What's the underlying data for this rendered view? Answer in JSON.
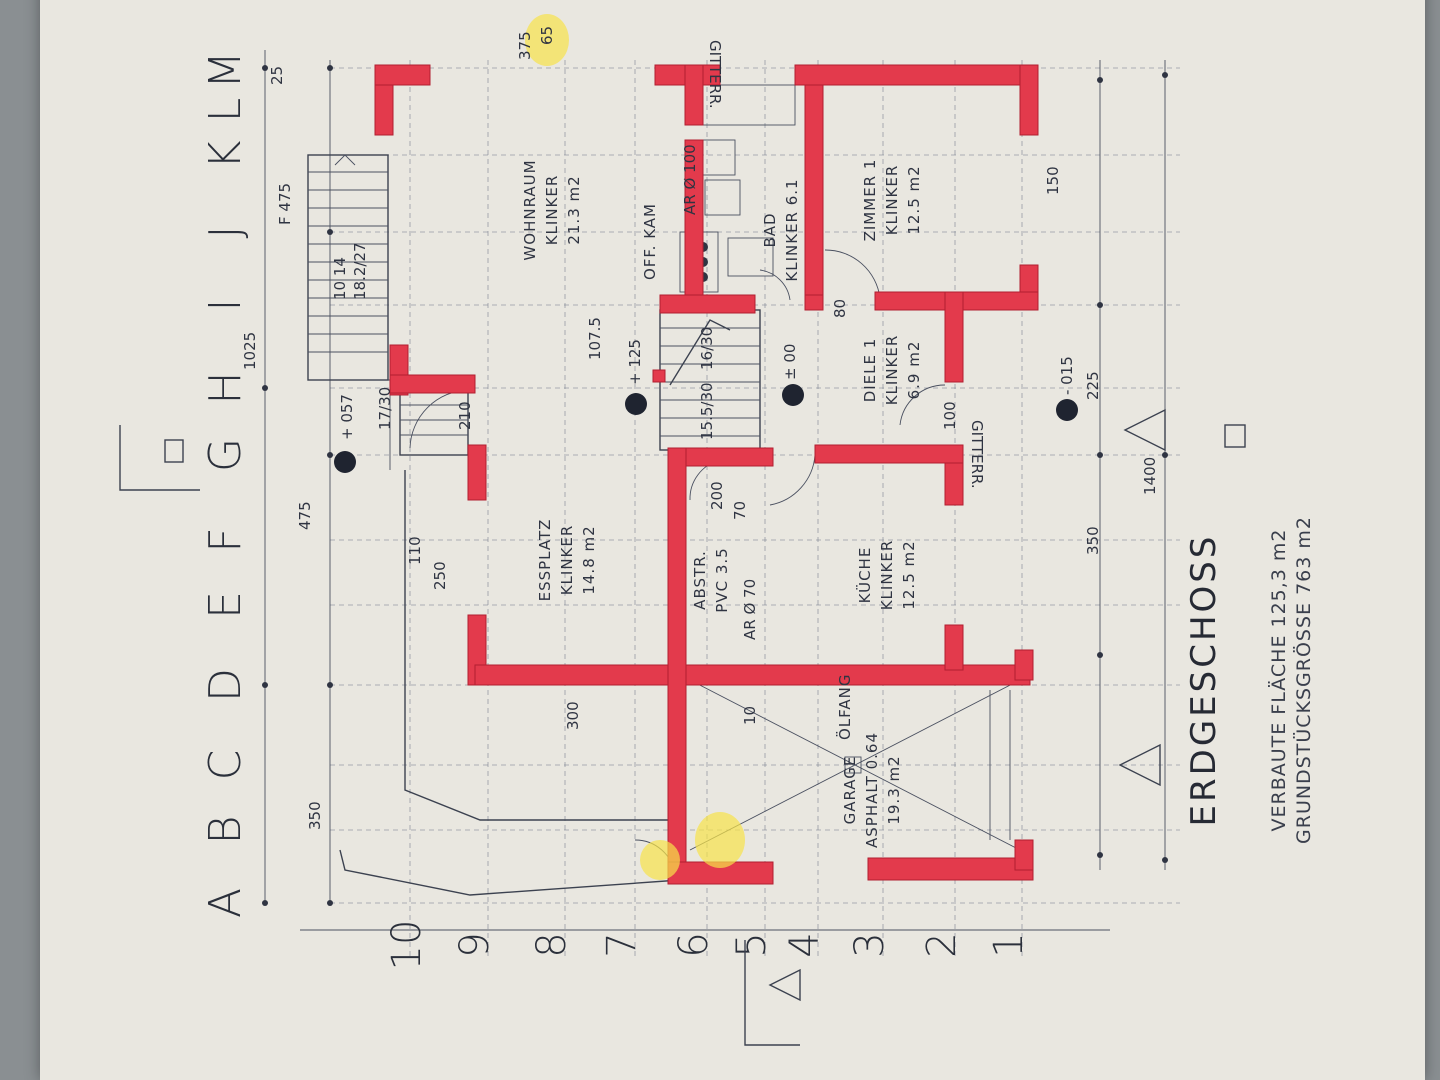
{
  "drawing": {
    "title": "ERDGESCHOSS",
    "area_label": "VERBAUTE FLÄCHE 125,3 m2",
    "plot_label": "GRUNDSTÜCKSGRÖSSE 763 m2",
    "column_letters": [
      "A",
      "B",
      "C",
      "D",
      "E",
      "F",
      "G",
      "H",
      "I",
      "J",
      "K",
      "L",
      "M"
    ],
    "row_numbers": [
      "1",
      "2",
      "3",
      "4",
      "5",
      "6",
      "7",
      "8",
      "9",
      "10"
    ],
    "rooms": {
      "wohnraum": [
        "WOHNRAUM",
        "KLINKER",
        "21.3 m2"
      ],
      "zimmer": [
        "ZIMMER 1",
        "KLINKER",
        "12.5 m2"
      ],
      "essplatz": [
        "ESSPLATZ",
        "KLINKER",
        "14.8 m2"
      ],
      "kueche": [
        "KÜCHE",
        "KLINKER",
        "12.5 m2"
      ],
      "diele": [
        "DIELE 1",
        "KLINKER",
        "6.9 m2"
      ],
      "abstr": [
        "ABSTR.",
        "PVC 3.5"
      ],
      "bad": [
        "BAD",
        "KLINKER 6.1"
      ],
      "garage": [
        "GARAGE",
        "ASPHALT 0.64",
        "19.3 m2"
      ]
    },
    "annotations": {
      "gitter_top": "GITTERR.",
      "gitter_mid": "GITTERR.",
      "off_kam": "OFF. KAM",
      "oelfang": "ÖLFANG",
      "ar_100": "AR Ø 100",
      "ar_70": "AR Ø 70",
      "stair_main_a": "10 14",
      "stair_main_b": "18.2/27",
      "stair_inner_a": "16/30",
      "stair_inner_b": "15.5/30",
      "stair_entry": "17/30",
      "level_057": "+ 057",
      "level_125": "+ 125",
      "level_000": "± 00",
      "level_015": "- 015"
    },
    "dimensions": {
      "d1025": "1025",
      "d475a": "475",
      "d475b": "F 475",
      "d350": "350",
      "d1400": "1400",
      "d375": "375",
      "d65": "65",
      "d25": "25",
      "d300": "300",
      "d200": "200",
      "d70": "70",
      "d80": "80",
      "d250": "250",
      "d110": "110",
      "d150": "150",
      "d225": "225",
      "d210": "210",
      "d100": "100",
      "d107": "107.5",
      "d10": "10"
    },
    "colors": {
      "wall": "#e33a4c",
      "ink": "#3c4250",
      "paper": "#e9e7e0",
      "highlight": "#f6e24a"
    }
  }
}
